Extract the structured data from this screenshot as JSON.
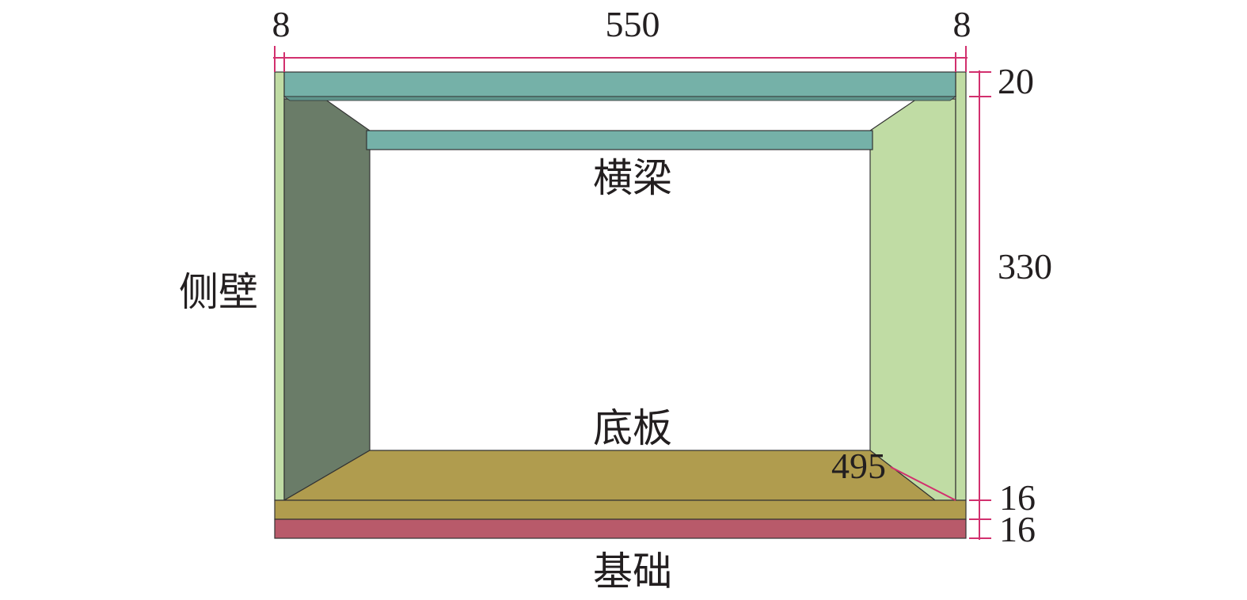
{
  "diagram": {
    "parts": {
      "crossbeam": "横梁",
      "side_wall": "侧壁",
      "floor_slab": "底板",
      "foundation": "基础"
    },
    "dimensions": {
      "left_wall_thickness": "8",
      "inner_width": "550",
      "right_wall_thickness": "8",
      "top_beam_height": "20",
      "wall_height": "330",
      "floor_thickness": "16",
      "foundation_thickness": "16",
      "depth": "495"
    },
    "colors": {
      "beam": "#75b1a8",
      "wall_dark": "#6a7c68",
      "wall_light": "#c0dca4",
      "floor": "#b09c4e",
      "foundation": "#b85a6a",
      "dimension_line": "#d2306e"
    }
  }
}
